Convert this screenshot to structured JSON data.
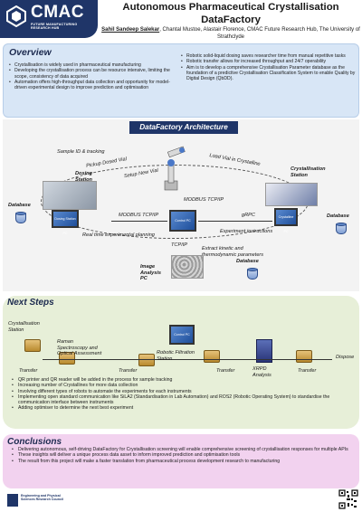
{
  "header": {
    "logo_text": "CMAC",
    "logo_sub": "FUTURE MANUFACTURING RESEARCH HUB",
    "title_line1": "Autonomous Pharmaceutical Crystallisation",
    "title_line2": "DataFactory",
    "author_lead": "Sahil Sandeep Salekar",
    "authors_rest": ", Chantal Mustoe, Alastair Florence, CMAC Future Research Hub, The University of Strathclyde"
  },
  "overview": {
    "title": "Overview",
    "left": [
      "Crystallisation is widely used in pharmaceutical manufacturing",
      "Developing the crystallisation process can be resource intensive, limiting the scope, consistency of data acquired",
      "Automation offers high-throughput data collection and opportunity for model-driven experimental design to improve prediction and optimisation"
    ],
    "right": [
      "Robotic solid-liquid dosing saves researcher time from manual repetitive tasks",
      "Robotic transfer allows for increased throughput and 24/7 operability",
      "Aim is to develop a comprehensive Crystallisation Parameter database as the foundation of a predictive Crystallisation Classification System to enable Quality by Digital Design (QbDD)."
    ]
  },
  "architecture": {
    "title": "DataFactory Architecture",
    "labels": {
      "sample_id": "Sample ID & tracking",
      "pickup": "Pickup Dosed Vial",
      "setup": "Setup New Vial",
      "load": "Load Vial in Crystalline",
      "dosing_station": "Dosing Station",
      "cryst_station": "Crystallisation Station",
      "database_left": "Database",
      "database_right": "Database",
      "database_bottom": "Database",
      "dosing_pc": "Dosing Station PC",
      "control_pc": "Control PC",
      "crystalline_pc": "Crystalline PC",
      "modbus_left": "MODBUS TCP/IP",
      "modbus_top": "MODBUS TCP/IP",
      "grpc": "gRPC",
      "realtime": "Real time experimental planning",
      "instructions": "Experiment instructions",
      "tcpip": "TCP/IP",
      "extract": "Extract kinetic and thermodynamic parameters",
      "image_pc": "Image Analysis PC"
    }
  },
  "next_steps": {
    "title": "Next Steps",
    "labels": {
      "cryst_station": "Crystallisation Station",
      "control_pc": "Control PC",
      "raman": "Raman Spectroscopy and Optical Assessment",
      "filtration": "Robotic Filtration Station",
      "xrpd": "XRPD Analysis",
      "dispose": "Dispose",
      "transfer": "Transfer"
    },
    "items": [
      "QR printer and QR reader will be added in the process for sample tracking",
      "Increasing number of Crystallines for more data collection",
      "Involving different types of robots to automate the experiments for each instruments",
      "Implementing open standard communication like SiLA2 (Standardisation in Lab Automation) and ROS2 (Robotic Operating System) to standardise the communication interface between instruments",
      "Adding optimiser to determine the next best experiment"
    ]
  },
  "conclusions": {
    "title": "Conclusions",
    "items": [
      "Delivering autonomous, self-driving DataFactory for Crystallisation screening will enable comprehensive screening of crystallisation responses for multiple APIs",
      "These insights will deliver a unique process data asset to inform improved prediction and optimisation tools",
      "The result from this project will make a faster translation from pharmaceutical process development research to manufacturing"
    ]
  },
  "footer": {
    "funder": "Engineering and Physical Sciences Research Council"
  },
  "colors": {
    "navy": "#1f3568",
    "overview_bg": "#d8e6f6",
    "next_bg": "#e7efd8",
    "conclusions_bg": "#f2d2ef"
  }
}
